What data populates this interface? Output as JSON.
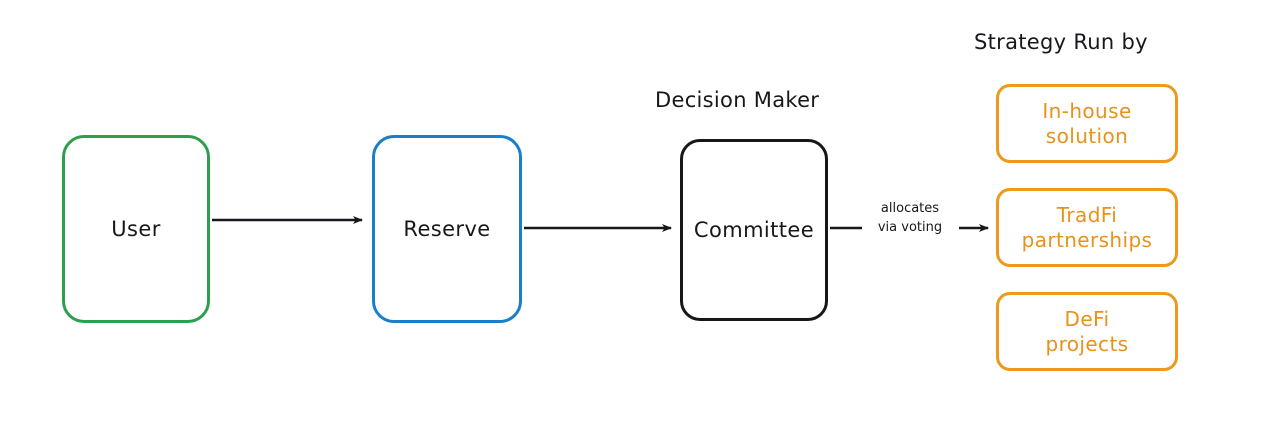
{
  "diagram": {
    "title_visible": false,
    "background": "#ffffff",
    "colors": {
      "user_border": "#2e9e4f",
      "reserve_border": "#1a7fc9",
      "committee_border": "#15171a",
      "strategy_border": "#eb9a1c",
      "strategy_text": "#e8921c",
      "text": "#16181b",
      "arrow": "#16181b"
    },
    "nodes": [
      {
        "id": "user",
        "label": "User"
      },
      {
        "id": "reserve",
        "label": "Reserve"
      },
      {
        "id": "committee",
        "label": "Committee"
      }
    ],
    "captions": {
      "decision_maker": "Decision Maker",
      "strategy_run_by": "Strategy Run by"
    },
    "edges": [
      {
        "id": "user-to-reserve",
        "label": ""
      },
      {
        "id": "reserve-to-committee",
        "label": ""
      },
      {
        "id": "committee-to-strategy",
        "label": "allocates\nvia voting"
      }
    ],
    "strategy_options": [
      {
        "id": "in-house-solution",
        "label": "In-house\nsolution"
      },
      {
        "id": "tradfi-partnerships",
        "label": "TradFi\npartnerships"
      },
      {
        "id": "defi-projects",
        "label": "DeFi\nprojects"
      }
    ]
  }
}
